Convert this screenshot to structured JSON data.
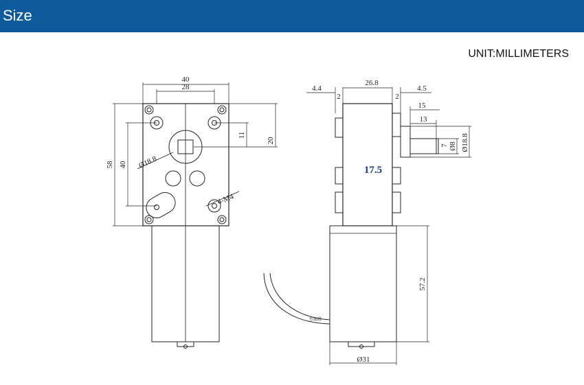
{
  "header": {
    "title": "Size",
    "background": "#0f5a9c"
  },
  "unit": "UNIT:MILLIMETERS",
  "front_view": {
    "width_outer": "40",
    "width_inner": "28",
    "height_outer": "58",
    "height_inner": "40",
    "shaft_offset_small": "11",
    "shaft_offset_large": "20",
    "shaft_diameter": "Ø18.8",
    "screw_label": "4-M4"
  },
  "side_view": {
    "left_offset": "4.4",
    "left_gap": "2",
    "body_width": "26.8",
    "right_gap": "2",
    "right_offset": "4.5",
    "shaft_length_total": "15",
    "shaft_length_flat": "13",
    "flat_depth": "7",
    "shaft_diameter": "Ø8",
    "hub_diameter": "Ø18.8",
    "depth_label": "17.5",
    "motor_length": "57.2",
    "motor_diameter": "Ø31",
    "wire_label": "引出线"
  }
}
